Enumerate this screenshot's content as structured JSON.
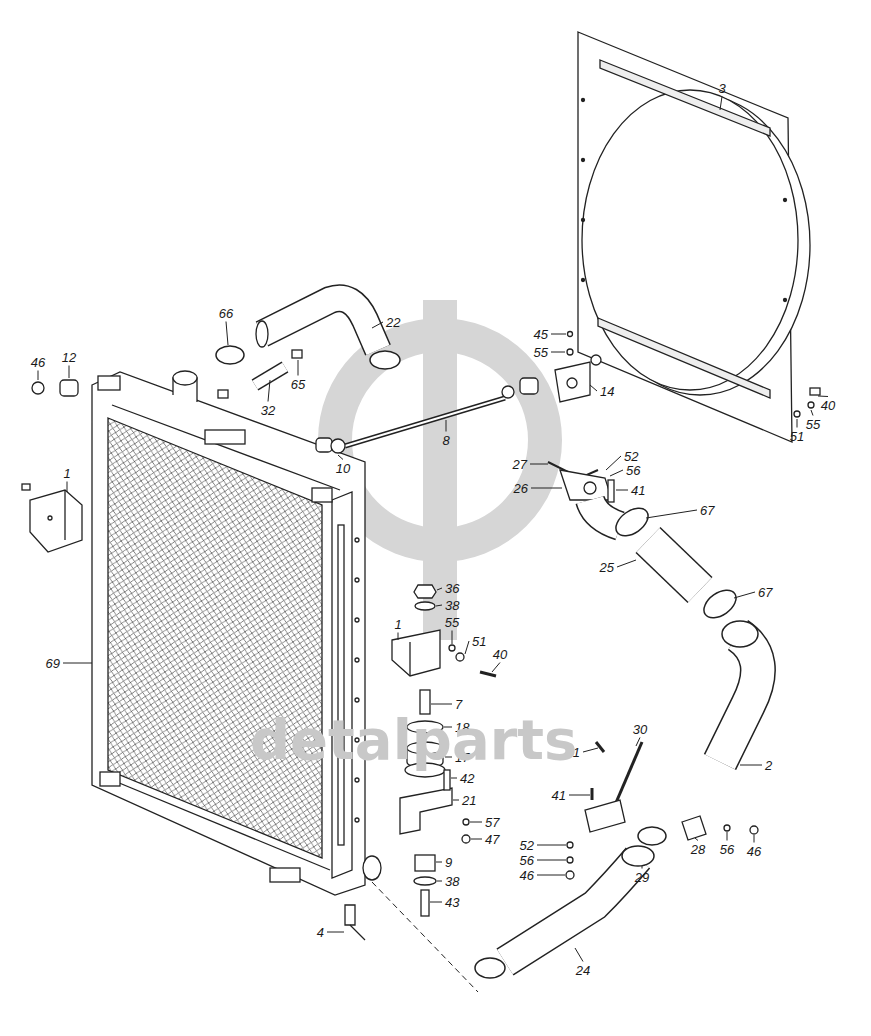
{
  "diagram": {
    "labels": [
      "3",
      "66",
      "22",
      "45",
      "55",
      "46",
      "12",
      "65",
      "32",
      "14",
      "40",
      "55",
      "51",
      "8",
      "10",
      "27",
      "52",
      "56",
      "26",
      "41",
      "1",
      "67",
      "25",
      "67",
      "36",
      "38",
      "1",
      "55",
      "51",
      "40",
      "69",
      "7",
      "18",
      "17",
      "42",
      "30",
      "41",
      "2",
      "21",
      "41",
      "57",
      "47",
      "28",
      "52",
      "29",
      "56",
      "46",
      "9",
      "56",
      "38",
      "46",
      "43",
      "4",
      "24",
      "detalparts"
    ]
  }
}
